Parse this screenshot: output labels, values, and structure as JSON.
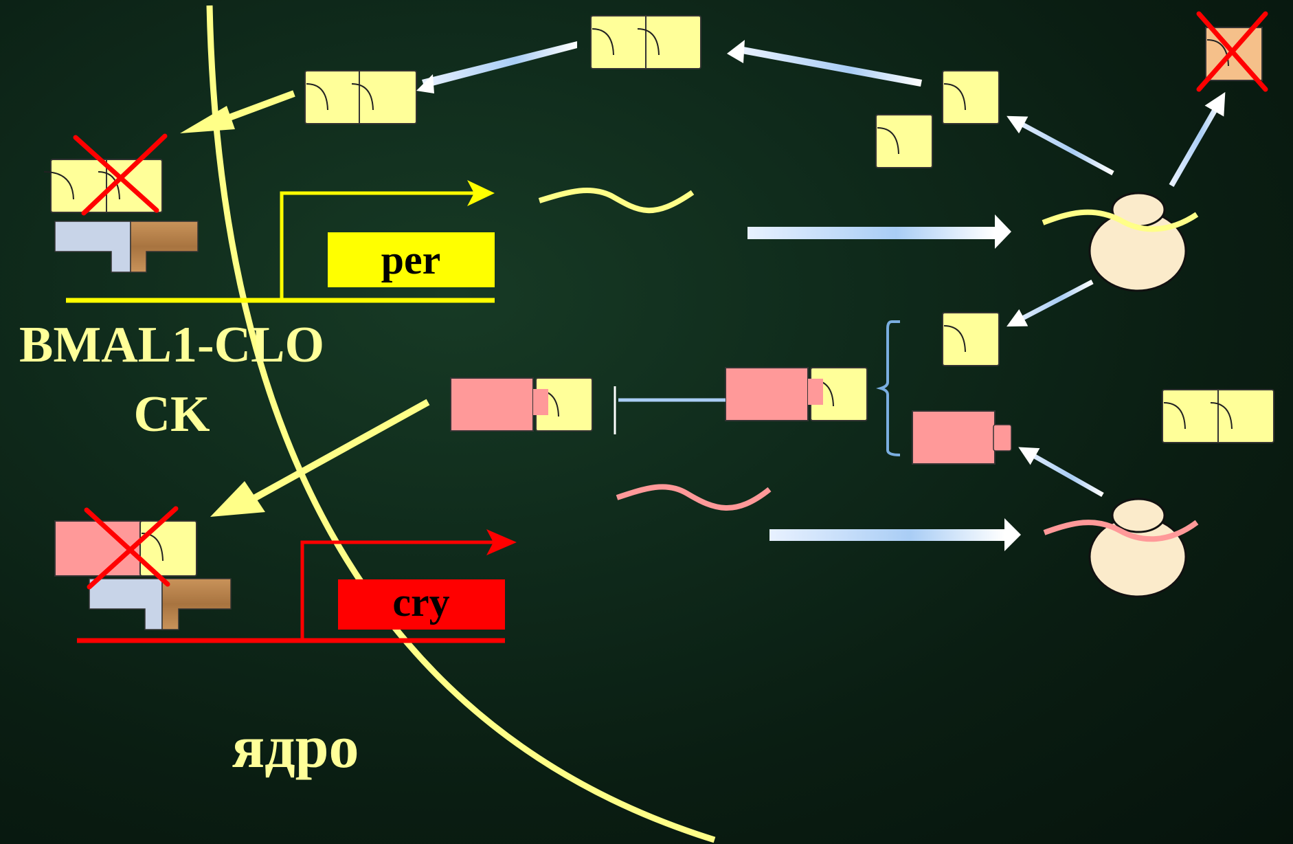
{
  "genes": {
    "per_label": "per",
    "cry_label": "cry"
  },
  "labels": {
    "complex_line1": "BMAL1-CLO",
    "complex_line2": "CK",
    "nucleus": "ядро"
  },
  "colors": {
    "per_protein": "#FFFF99",
    "cry_protein": "#FF9999",
    "per_gene": "#FFFF00",
    "cry_gene": "#FF0000",
    "membrane": "#FFFF88",
    "degraded_protein": "#F5C08A",
    "block_cross": "#FF0000",
    "ribosome": "#FBEBCB",
    "bmal_subunit": "#C8D4E8",
    "clock_subunit": "#B5824A",
    "label_text": "#FFFF99"
  }
}
